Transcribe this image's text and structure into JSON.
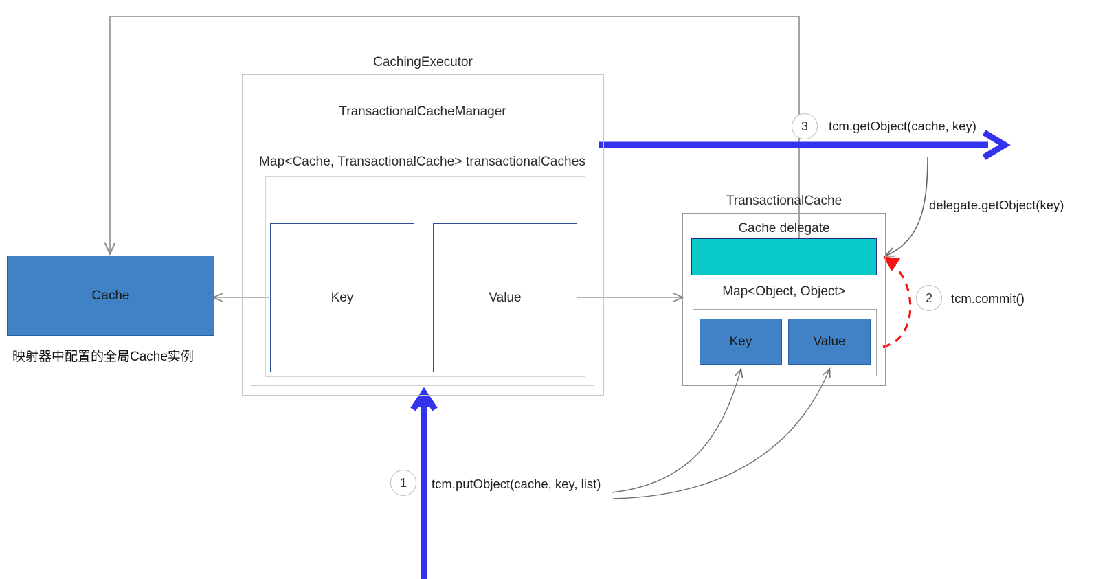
{
  "diagram": {
    "title": "MyBatis second-level cache flow",
    "colors": {
      "solid_blue": "#4182c6",
      "outline_navy": "#2f4f9b",
      "cyan_delegate": "#09c9c9",
      "flow_blue": "#3333ee",
      "commit_red": "#f01717",
      "connector_gray": "#8c8c8c"
    }
  },
  "caching_executor": {
    "title": "CachingExecutor",
    "tcm": {
      "title": "TransactionalCacheManager",
      "map_label": "Map<Cache, TransactionalCache> transactionalCaches",
      "key_box": "Key",
      "value_box": "Value"
    }
  },
  "global_cache": {
    "label": "Cache",
    "note": "映射器中配置的全局Cache实例"
  },
  "transactional_cache": {
    "title": "TransactionalCache",
    "delegate_label": "Cache delegate",
    "map_label": "Map<Object, Object>",
    "key_box": "Key",
    "value_box": "Value"
  },
  "steps": [
    {
      "num": "1",
      "text": "tcm.putObject(cache, key, list)"
    },
    {
      "num": "2",
      "text": "tcm.commit()"
    },
    {
      "num": "3",
      "text": "tcm.getObject(cache, key)"
    }
  ],
  "annotations": {
    "delegate_call": "delegate.getObject(key)"
  }
}
